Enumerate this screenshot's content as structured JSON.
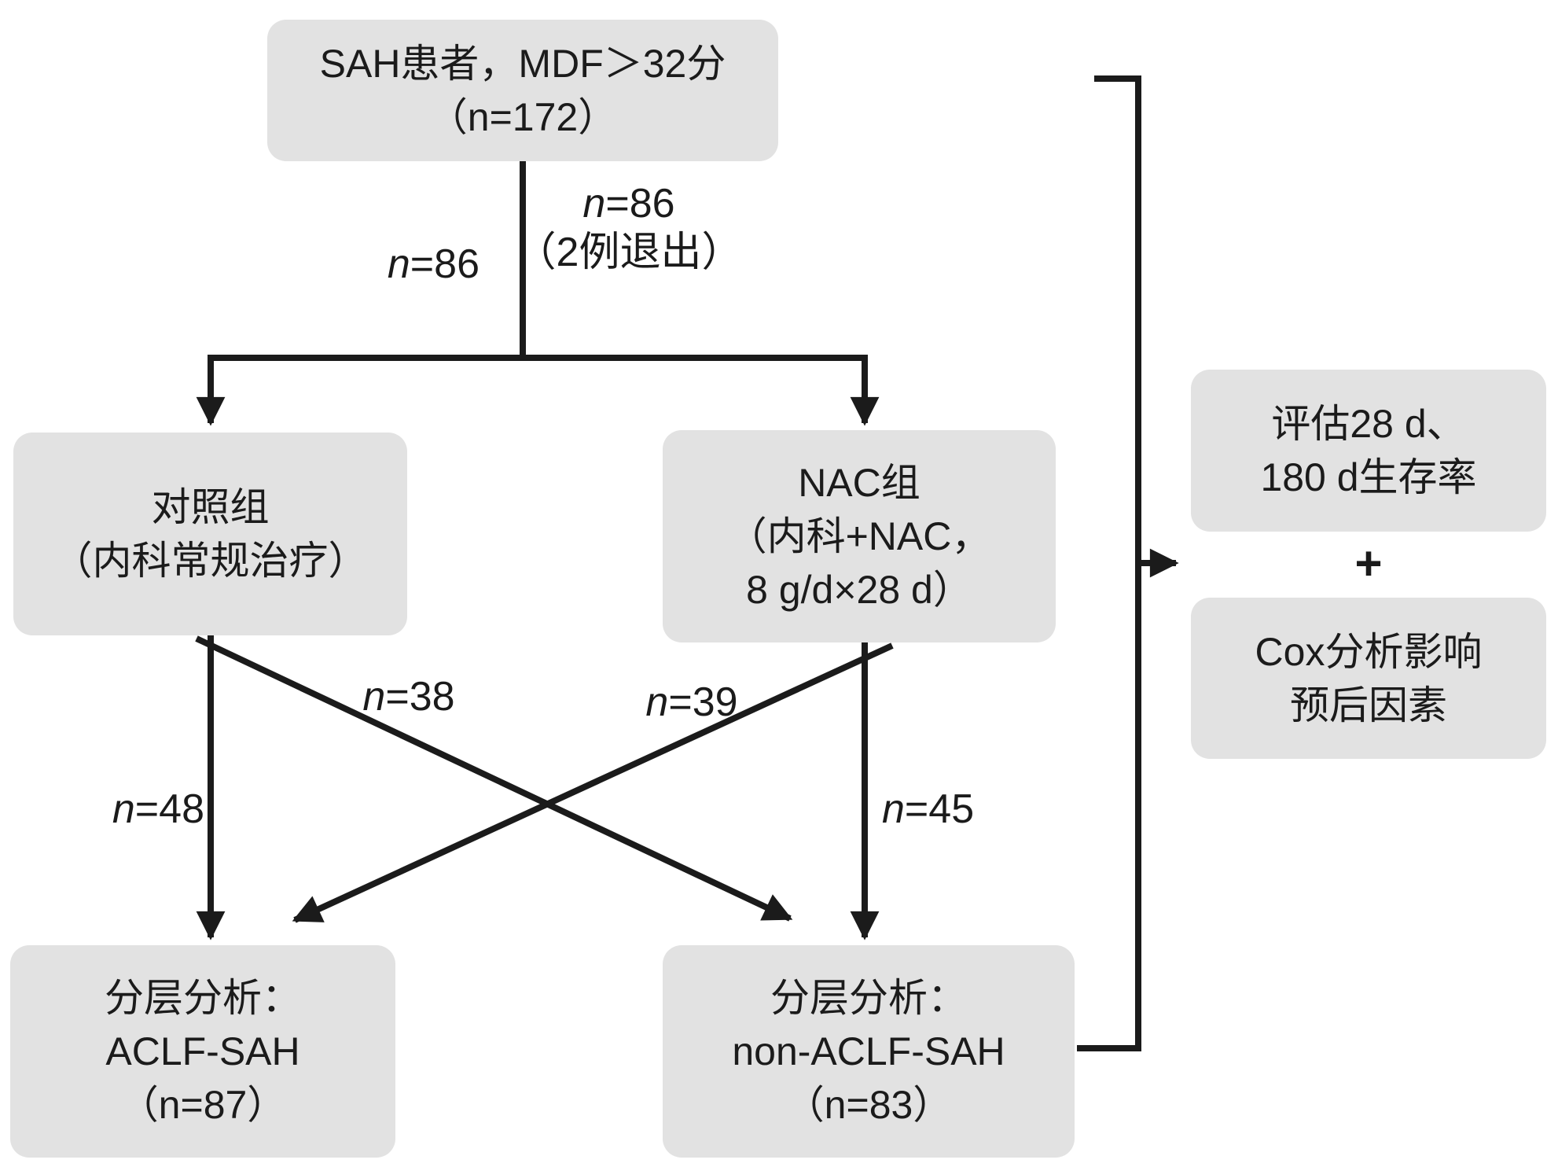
{
  "colors": {
    "background": "#ffffff",
    "box_fill": "#e2e2e2",
    "line": "#1b1b1b",
    "text": "#1b1b1b"
  },
  "nodes": {
    "enrollment": {
      "line1": "SAH患者，MDF＞32分",
      "line2": "（n=172）"
    },
    "control": {
      "line1": "对照组",
      "line2": "（内科常规治疗）"
    },
    "nac": {
      "line1": "NAC组",
      "line2": "（内科+NAC，",
      "line3": "8 g/d×28 d）"
    },
    "strata_aclf": {
      "line1": "分层分析：",
      "line2": "ACLF-SAH",
      "line3": "（n=87）"
    },
    "strata_non_aclf": {
      "line1": "分层分析：",
      "line2": "non-ACLF-SAH",
      "line3": "（n=83）"
    },
    "outcome_survival": {
      "line1": "评估28 d、",
      "line2": "180 d生存率"
    },
    "outcome_plus": "+",
    "outcome_cox": {
      "line1": "Cox分析影响",
      "line2": "预后因素"
    }
  },
  "edge_labels": {
    "alloc_control": "n=86",
    "alloc_nac_line1": "n=86",
    "alloc_nac_line2": "（2例退出）",
    "control_to_aclf": "n=48",
    "control_to_non_aclf": "n=38",
    "nac_to_aclf": "n=39",
    "nac_to_non_aclf": "n=45"
  }
}
